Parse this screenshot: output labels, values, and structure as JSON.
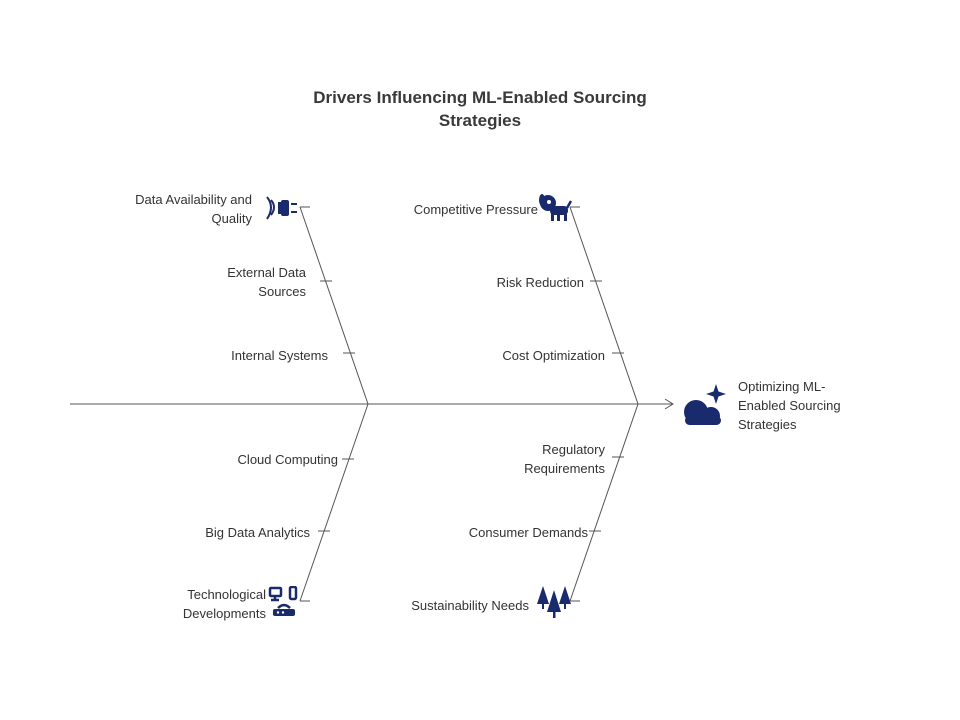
{
  "title": "Drivers Influencing ML-Enabled Sourcing Strategies",
  "effect": "Optimizing ML-Enabled Sourcing Strategies",
  "colors": {
    "line": "#555555",
    "icon": "#1a2b6d"
  },
  "branches": {
    "data": {
      "label": "Data Availability and Quality",
      "icon": "usb-plug-icon",
      "sub": [
        "External Data Sources",
        "Internal Systems"
      ]
    },
    "market": {
      "label": "Competitive Pressure",
      "icon": "dog-icon",
      "sub": [
        "Risk Reduction",
        "Cost Optimization"
      ]
    },
    "tech": {
      "label": "Technological Developments",
      "icon": "network-devices-icon",
      "sub": [
        "Cloud Computing",
        "Big Data Analytics"
      ]
    },
    "regulation": {
      "label": "Sustainability Needs",
      "icon": "trees-icon",
      "sub": [
        "Regulatory Requirements",
        "Consumer Demands"
      ]
    }
  },
  "effect_icon": "cloud-star-icon"
}
